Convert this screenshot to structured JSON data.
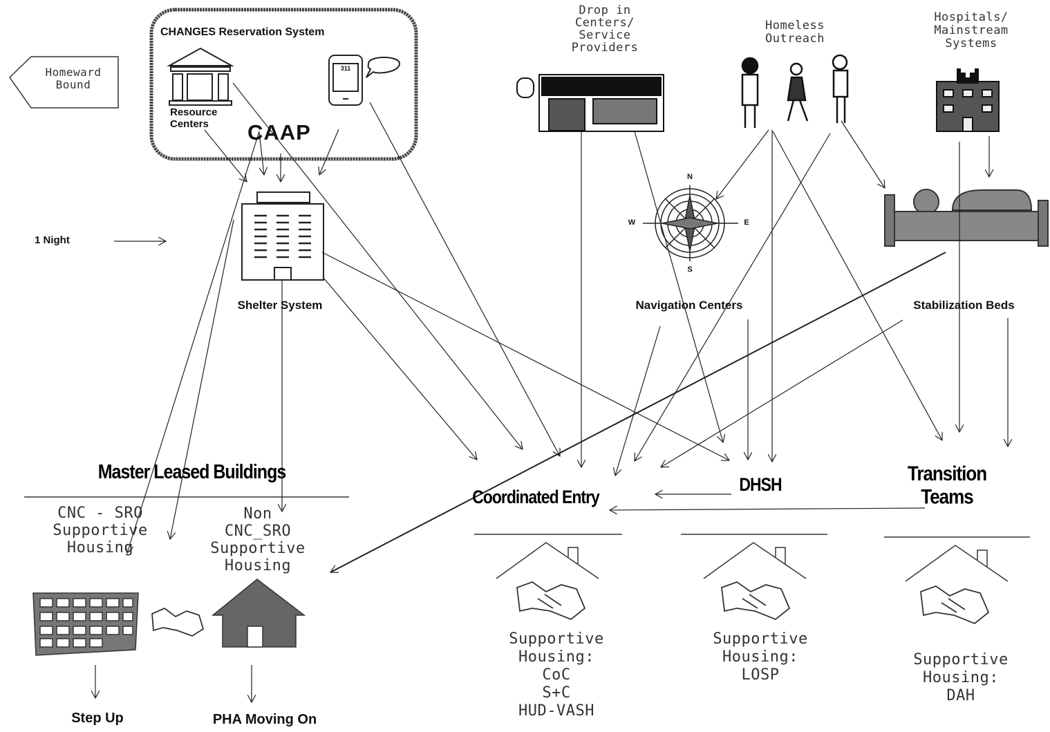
{
  "top": {
    "changes_title": "CHANGES Reservation System",
    "resource_centers": "Resource\nCenters",
    "caap": "CAAP",
    "phone_label": "311",
    "homeward_bound": "Homeward\nBound",
    "one_night": "1 Night",
    "drop_in": "Drop in\nCenters/\nService\nProviders",
    "homeless_outreach": "Homeless\nOutreach",
    "hospitals": "Hospitals/\nMainstream\nSystems"
  },
  "middle": {
    "shelter_system": "Shelter System",
    "navigation_centers": "Navigation Centers",
    "stabilization_beds": "Stabilization Beds",
    "compass": {
      "n": "N",
      "s": "S",
      "e": "E",
      "w": "W"
    }
  },
  "hubs": {
    "master_leased": "Master Leased Buildings",
    "coordinated_entry": "Coordinated Entry",
    "dhsh": "DHSH",
    "transition_teams": "Transition\nTeams"
  },
  "housing": {
    "cnc_sro": "CNC - SRO\nSupportive\nHousing",
    "non_cnc_sro": "Non\nCNC_SRO\nSupportive\nHousing",
    "sh_coc": "Supportive\nHousing:\nCoC\nS+C\nHUD-VASH",
    "sh_losp": "Supportive\nHousing:\nLOSP",
    "sh_dah": "Supportive\nHousing:\nDAH"
  },
  "bottom": {
    "step_up": "Step Up",
    "pha_moving_on": "PHA Moving On"
  }
}
